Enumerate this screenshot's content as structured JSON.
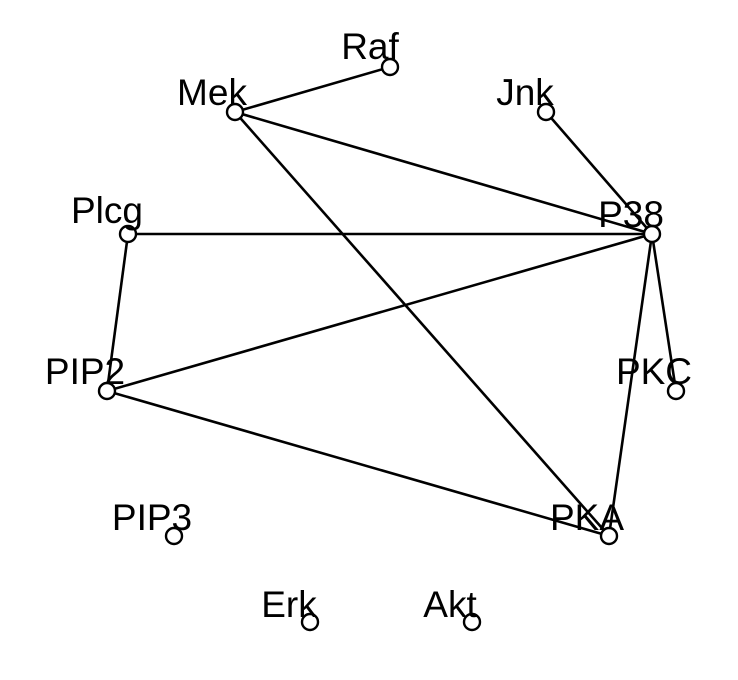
{
  "graph": {
    "nodes": [
      {
        "id": "raf",
        "label": "Raf"
      },
      {
        "id": "mek",
        "label": "Mek"
      },
      {
        "id": "jnk",
        "label": "Jnk"
      },
      {
        "id": "plcg",
        "label": "Plcg"
      },
      {
        "id": "p38",
        "label": "P38"
      },
      {
        "id": "pip2",
        "label": "PIP2"
      },
      {
        "id": "pkc",
        "label": "PKC"
      },
      {
        "id": "pip3",
        "label": "PIP3"
      },
      {
        "id": "pka",
        "label": "PKA"
      },
      {
        "id": "erk",
        "label": "Erk"
      },
      {
        "id": "akt",
        "label": "Akt"
      }
    ],
    "edges": [
      {
        "from": "mek",
        "to": "raf"
      },
      {
        "from": "mek",
        "to": "p38"
      },
      {
        "from": "mek",
        "to": "pka"
      },
      {
        "from": "jnk",
        "to": "p38"
      },
      {
        "from": "plcg",
        "to": "p38"
      },
      {
        "from": "plcg",
        "to": "pip2"
      },
      {
        "from": "pip2",
        "to": "p38"
      },
      {
        "from": "pip2",
        "to": "pka"
      },
      {
        "from": "p38",
        "to": "pkc"
      },
      {
        "from": "p38",
        "to": "pka"
      }
    ]
  }
}
